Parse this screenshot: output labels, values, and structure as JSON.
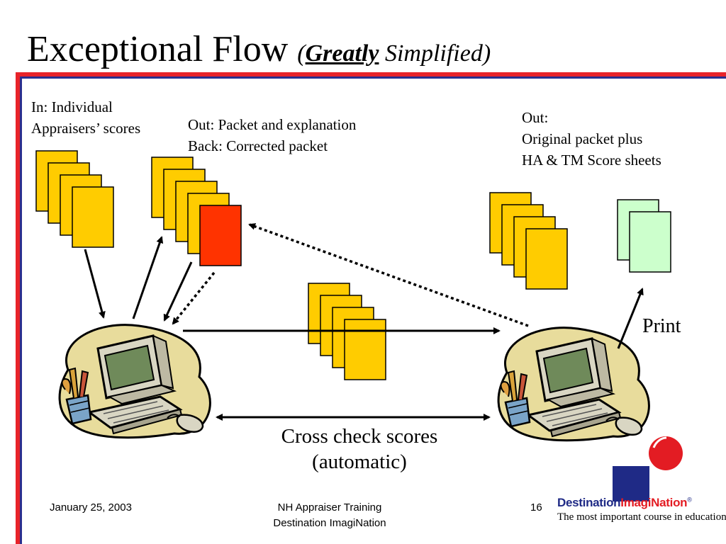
{
  "title": {
    "main": "Exceptional Flow",
    "open_paren": "(",
    "emphasis": "Greatly",
    "rest": " Simplified)"
  },
  "labels": {
    "input_line1": "In: Individual",
    "input_line2": "Appraisers’ scores",
    "packet_line1": "Out: Packet and explanation",
    "packet_line2": "Back: Corrected packet",
    "output_line1": "Out:",
    "output_line2": "Original packet plus",
    "output_line3": "HA & TM Score sheets",
    "print": "Print",
    "cross_check_line1": "Cross check scores",
    "cross_check_line2": "(automatic)"
  },
  "footer": {
    "date": "January 25, 2003",
    "center_line1": "NH Appraiser Training",
    "center_line2": "Destination ImagiNation",
    "page": "16"
  },
  "brand": {
    "name_part1": "Destination",
    "name_part2": "ImagiNation",
    "registered": "®",
    "tagline": "The most important course in education."
  },
  "colors": {
    "accent_red": "#e8232a",
    "accent_blue": "#2b2f8f",
    "page_yellow": "#ffcc00",
    "page_red": "#ff3300",
    "page_green": "#ccffcc"
  }
}
